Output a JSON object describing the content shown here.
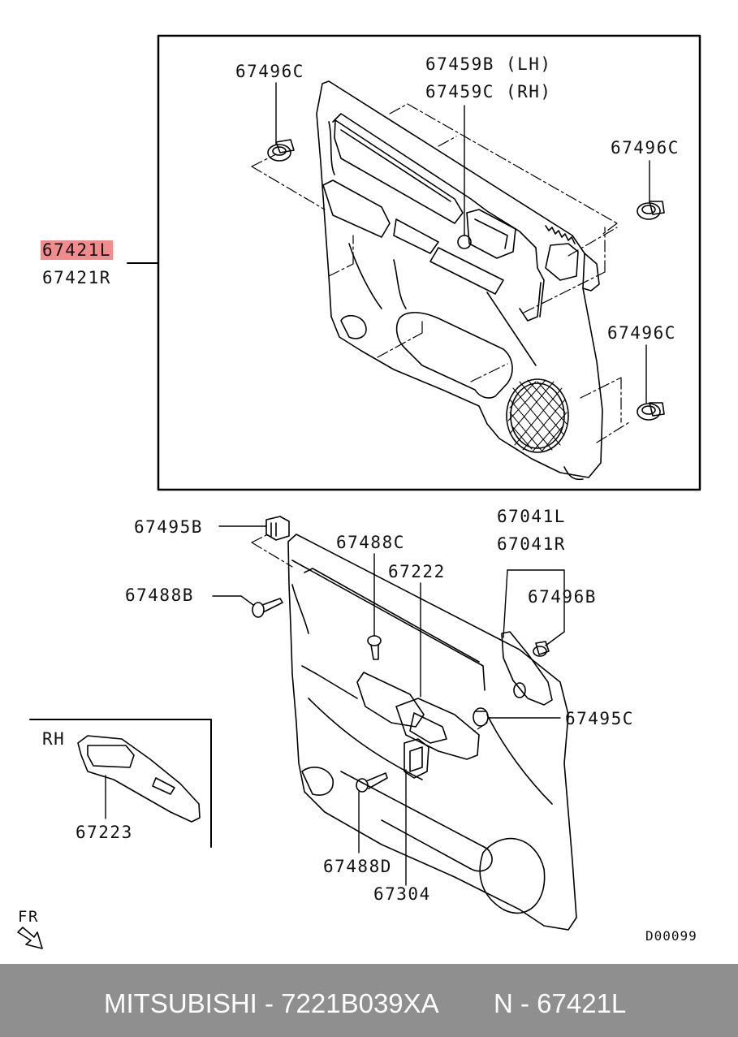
{
  "labels": {
    "p67421L": "67421L",
    "p67421R": "67421R",
    "p67496C_a": "67496C",
    "p67496C_b": "67496C",
    "p67496C_c": "67496C",
    "p67459B": "67459B (LH)",
    "p67459C": "67459C (RH)",
    "p67495B": "67495B",
    "p67488B": "67488B",
    "p67488C": "67488C",
    "p67222": "67222",
    "p67041L": "67041L",
    "p67041R": "67041R",
    "p67496B": "67496B",
    "p67495C": "67495C",
    "rh": "RH",
    "p67223": "67223",
    "p67488D": "67488D",
    "p67304": "67304",
    "fr": "FR",
    "drawing_no": "D00099"
  },
  "footer": {
    "brand_part": "MITSUBISHI - 7221B039XA",
    "part_number": "N - 67421L"
  },
  "colors": {
    "highlight": "#f28b8b",
    "footer_bg": "#8f8f8f",
    "footer_text": "#ffffff"
  }
}
